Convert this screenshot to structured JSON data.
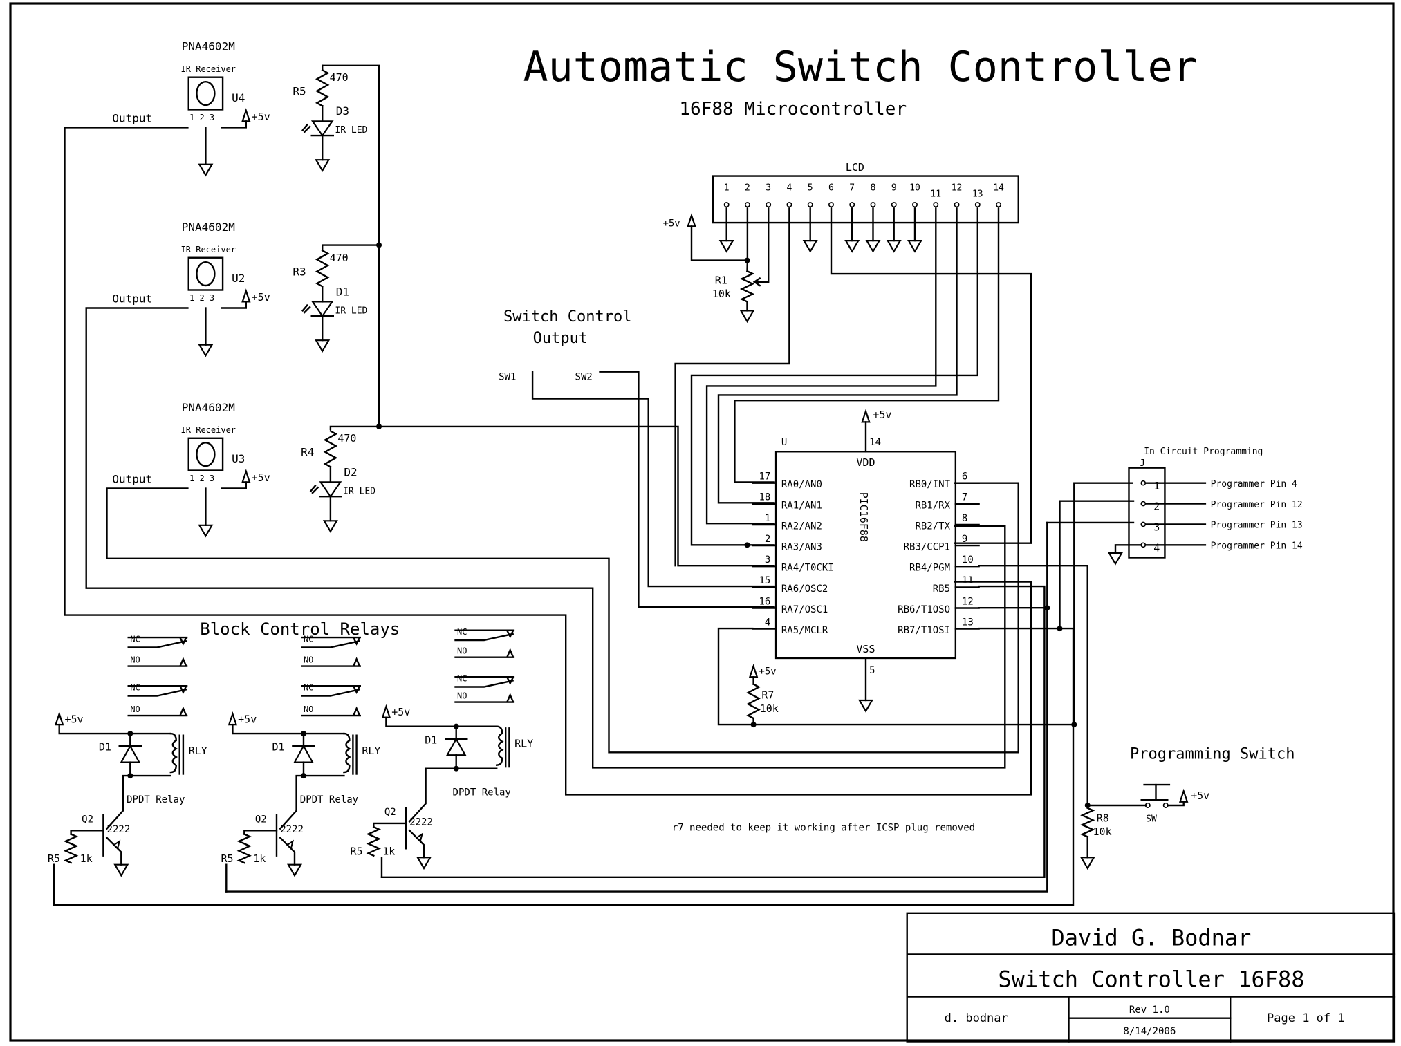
{
  "title": "Automatic Switch Controller",
  "subtitle": "16F88 Microcontroller",
  "ir_receivers": [
    {
      "ref": "U4",
      "part": "PNA4602M",
      "desc": "IR Receiver",
      "pins": "1 2 3",
      "output_label": "Output",
      "supply": "+5v"
    },
    {
      "ref": "U2",
      "part": "PNA4602M",
      "desc": "IR Receiver",
      "pins": "1 2 3",
      "output_label": "Output",
      "supply": "+5v"
    },
    {
      "ref": "U3",
      "part": "PNA4602M",
      "desc": "IR Receiver",
      "pins": "1 2 3",
      "output_label": "Output",
      "supply": "+5v"
    }
  ],
  "ir_leds": [
    {
      "resistor_ref": "R5",
      "resistor_value": "470",
      "led_ref": "D3",
      "led_desc": "IR LED"
    },
    {
      "resistor_ref": "R3",
      "resistor_value": "470",
      "led_ref": "D1",
      "led_desc": "IR LED"
    },
    {
      "resistor_ref": "R4",
      "resistor_value": "470",
      "led_ref": "D2",
      "led_desc": "IR LED"
    }
  ],
  "lcd": {
    "label": "LCD",
    "pins": [
      "1",
      "2",
      "3",
      "4",
      "5",
      "6",
      "7",
      "8",
      "9",
      "10",
      "11",
      "12",
      "13",
      "14"
    ],
    "supply": "+5v",
    "pot_ref": "R1",
    "pot_value": "10k"
  },
  "switch_output": {
    "title_line1": "Switch Control",
    "title_line2": "Output",
    "sw1": "SW1",
    "sw2": "SW2"
  },
  "mcu": {
    "ref": "U",
    "part": "PIC16F88",
    "vdd": "VDD",
    "vss": "VSS",
    "vdd_pin": "14",
    "vss_pin": "5",
    "supply": "+5v",
    "left_pins": [
      {
        "num": "17",
        "name": "RA0/AN0"
      },
      {
        "num": "18",
        "name": "RA1/AN1"
      },
      {
        "num": "1",
        "name": "RA2/AN2"
      },
      {
        "num": "2",
        "name": "RA3/AN3"
      },
      {
        "num": "3",
        "name": "RA4/T0CKI"
      },
      {
        "num": "15",
        "name": "RA6/OSC2"
      },
      {
        "num": "16",
        "name": "RA7/OSC1"
      },
      {
        "num": "4",
        "name": "RA5/MCLR"
      }
    ],
    "right_pins": [
      {
        "num": "6",
        "name": "RB0/INT"
      },
      {
        "num": "7",
        "name": "RB1/RX"
      },
      {
        "num": "8",
        "name": "RB2/TX"
      },
      {
        "num": "9",
        "name": "RB3/CCP1"
      },
      {
        "num": "10",
        "name": "RB4/PGM"
      },
      {
        "num": "11",
        "name": "RB5"
      },
      {
        "num": "12",
        "name": "RB6/T1OSO"
      },
      {
        "num": "13",
        "name": "RB7/T1OSI"
      }
    ]
  },
  "mclr_pullup": {
    "ref": "R7",
    "value": "10k",
    "supply": "+5v"
  },
  "icsp": {
    "title": "In Circuit Programming",
    "ref": "J",
    "pins": [
      {
        "num": "1",
        "label": "Programmer Pin 4"
      },
      {
        "num": "2",
        "label": "Programmer Pin 12"
      },
      {
        "num": "3",
        "label": "Programmer Pin 13"
      },
      {
        "num": "4",
        "label": "Programmer Pin 14"
      }
    ]
  },
  "relays": {
    "title": "Block Control Relays",
    "units": [
      {
        "diode": "D1",
        "relay": "RLY",
        "relay_desc": "DPDT Relay",
        "transistor": "Q2",
        "transistor_part": "2222",
        "resistor": "R5",
        "resistor_value": "1k",
        "supply": "+5v",
        "nc": "NC",
        "no": "NO"
      },
      {
        "diode": "D1",
        "relay": "RLY",
        "relay_desc": "DPDT Relay",
        "transistor": "Q2",
        "transistor_part": "2222",
        "resistor": "R5",
        "resistor_value": "1k",
        "supply": "+5v",
        "nc": "NC",
        "no": "NO"
      },
      {
        "diode": "D1",
        "relay": "RLY",
        "relay_desc": "DPDT Relay",
        "transistor": "Q2",
        "transistor_part": "2222",
        "resistor": "R5",
        "resistor_value": "1k",
        "supply": "+5v",
        "nc": "NC",
        "no": "NO"
      }
    ]
  },
  "note": "r7 needed to keep it working after ICSP plug removed",
  "prog_switch": {
    "title": "Programming Switch",
    "ref": "SW",
    "resistor_ref": "R8",
    "resistor_value": "10k",
    "supply": "+5v"
  },
  "title_block": {
    "author_full": "David G. Bodnar",
    "drawing_title": "Switch Controller 16F88",
    "drawn_by": "d. bodnar",
    "revision": "Rev 1.0",
    "date": "8/14/2006",
    "page": "Page 1 of 1"
  }
}
